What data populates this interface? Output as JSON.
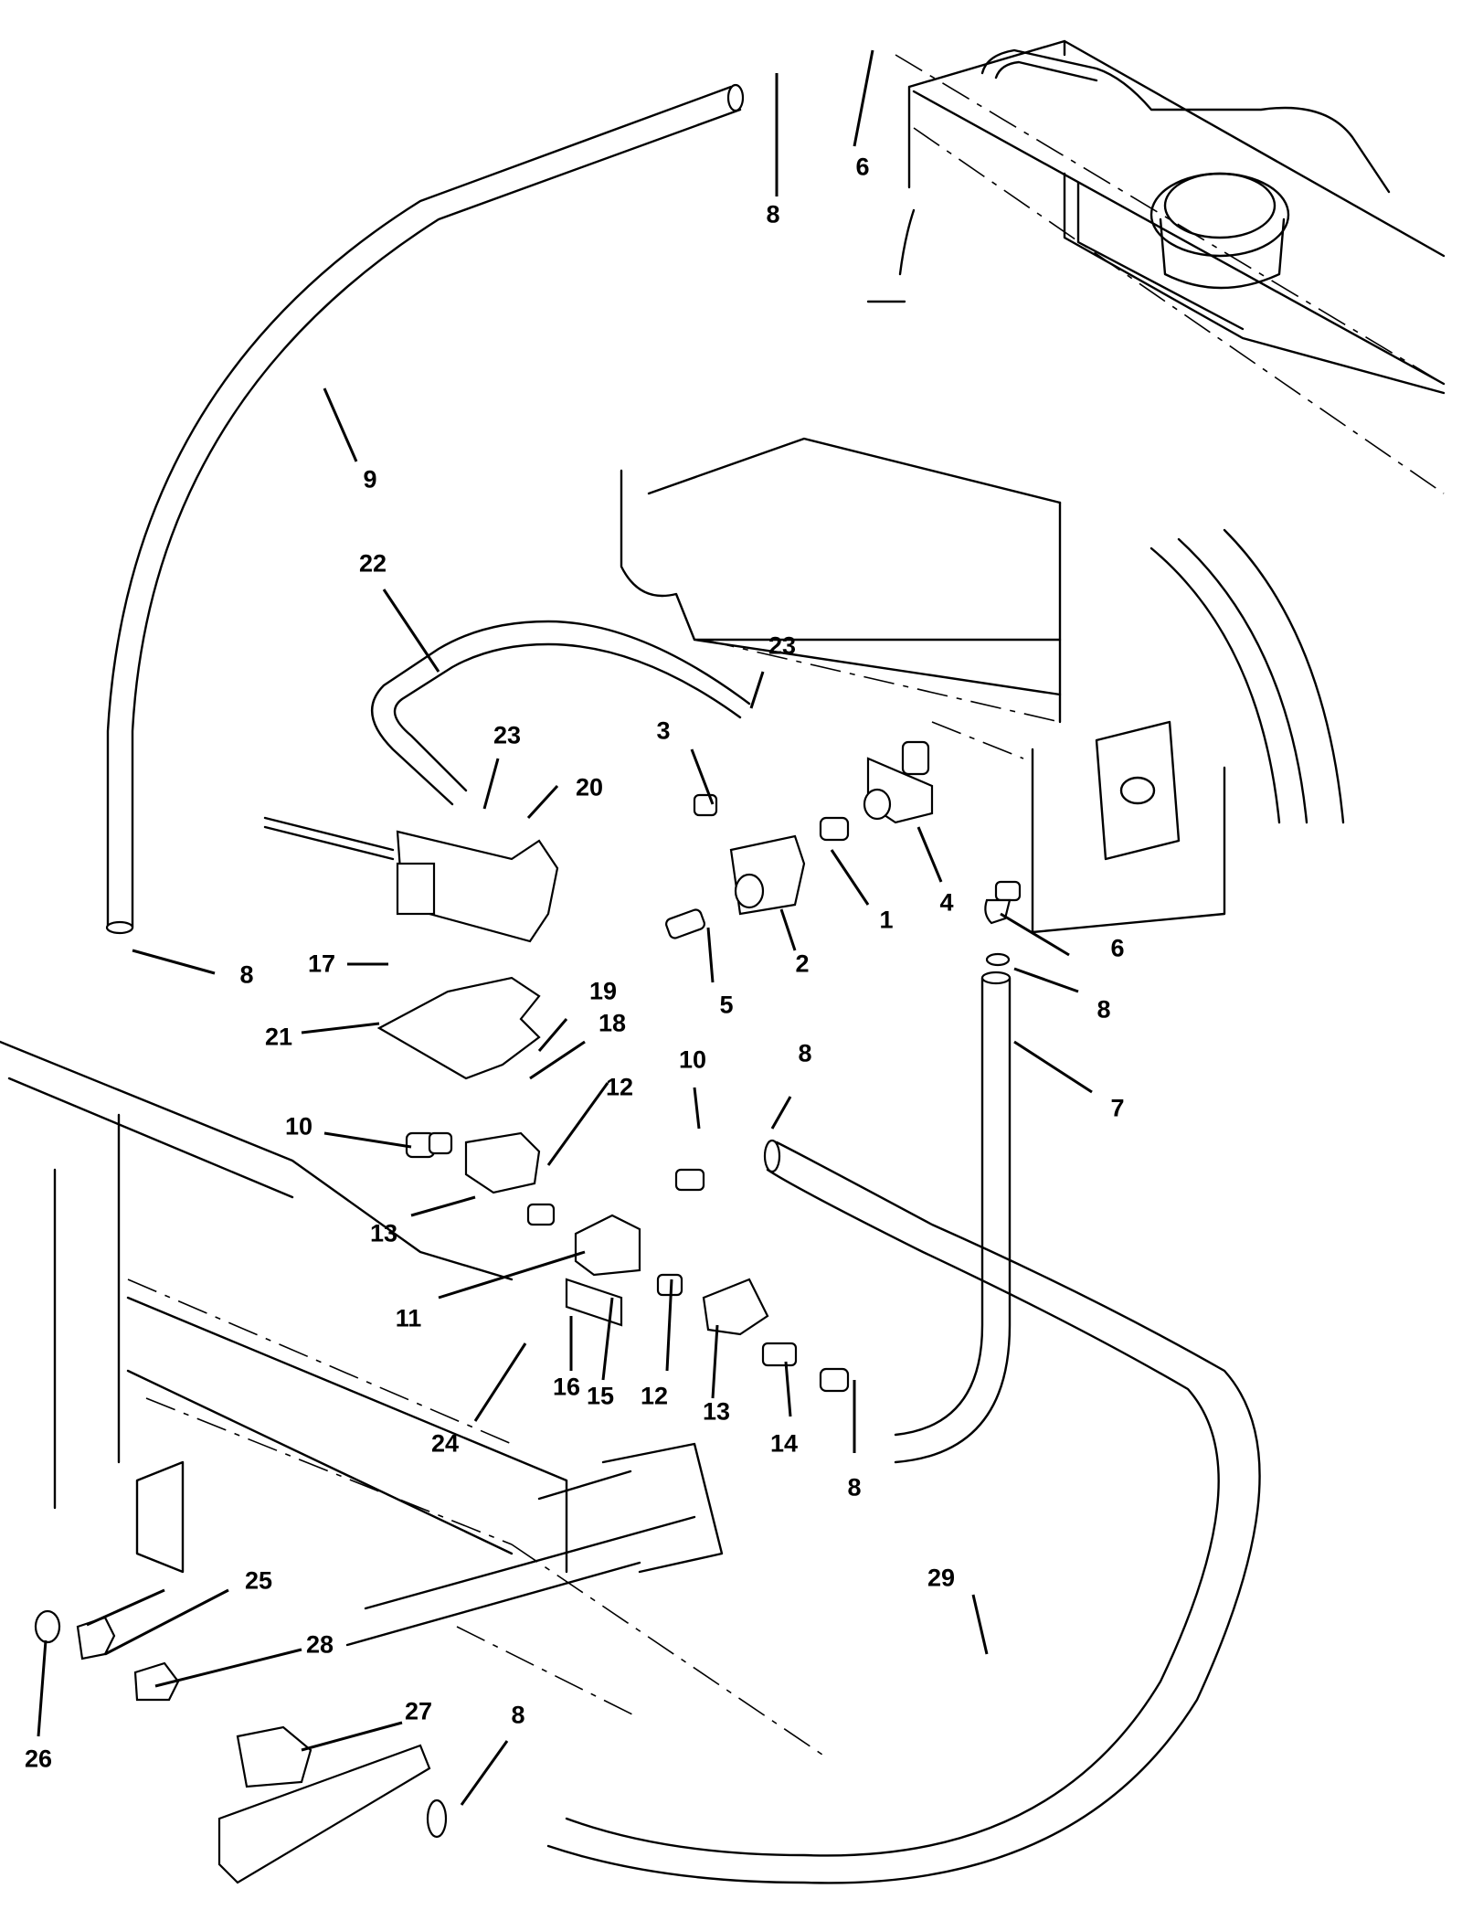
{
  "diagram": {
    "type": "exploded-parts-view",
    "callouts": [
      {
        "id": "c1",
        "number": "1"
      },
      {
        "id": "c2",
        "number": "2"
      },
      {
        "id": "c3",
        "number": "3"
      },
      {
        "id": "c4",
        "number": "4"
      },
      {
        "id": "c5",
        "number": "5"
      },
      {
        "id": "c6a",
        "number": "6"
      },
      {
        "id": "c6b",
        "number": "6"
      },
      {
        "id": "c7",
        "number": "7"
      },
      {
        "id": "c8a",
        "number": "8"
      },
      {
        "id": "c8b",
        "number": "8"
      },
      {
        "id": "c8c",
        "number": "8"
      },
      {
        "id": "c8d",
        "number": "8"
      },
      {
        "id": "c8e",
        "number": "8"
      },
      {
        "id": "c8f",
        "number": "8"
      },
      {
        "id": "c9",
        "number": "9"
      },
      {
        "id": "c10a",
        "number": "10"
      },
      {
        "id": "c10b",
        "number": "10"
      },
      {
        "id": "c11",
        "number": "11"
      },
      {
        "id": "c12a",
        "number": "12"
      },
      {
        "id": "c12b",
        "number": "12"
      },
      {
        "id": "c13a",
        "number": "13"
      },
      {
        "id": "c13b",
        "number": "13"
      },
      {
        "id": "c14",
        "number": "14"
      },
      {
        "id": "c15",
        "number": "15"
      },
      {
        "id": "c16",
        "number": "16"
      },
      {
        "id": "c17",
        "number": "17"
      },
      {
        "id": "c18",
        "number": "18"
      },
      {
        "id": "c19",
        "number": "19"
      },
      {
        "id": "c20",
        "number": "20"
      },
      {
        "id": "c21",
        "number": "21"
      },
      {
        "id": "c22",
        "number": "22"
      },
      {
        "id": "c23a",
        "number": "23"
      },
      {
        "id": "c23b",
        "number": "23"
      },
      {
        "id": "c24",
        "number": "24"
      },
      {
        "id": "c25",
        "number": "25"
      },
      {
        "id": "c26",
        "number": "26"
      },
      {
        "id": "c27",
        "number": "27"
      },
      {
        "id": "c28",
        "number": "28"
      },
      {
        "id": "c29",
        "number": "29"
      }
    ]
  }
}
